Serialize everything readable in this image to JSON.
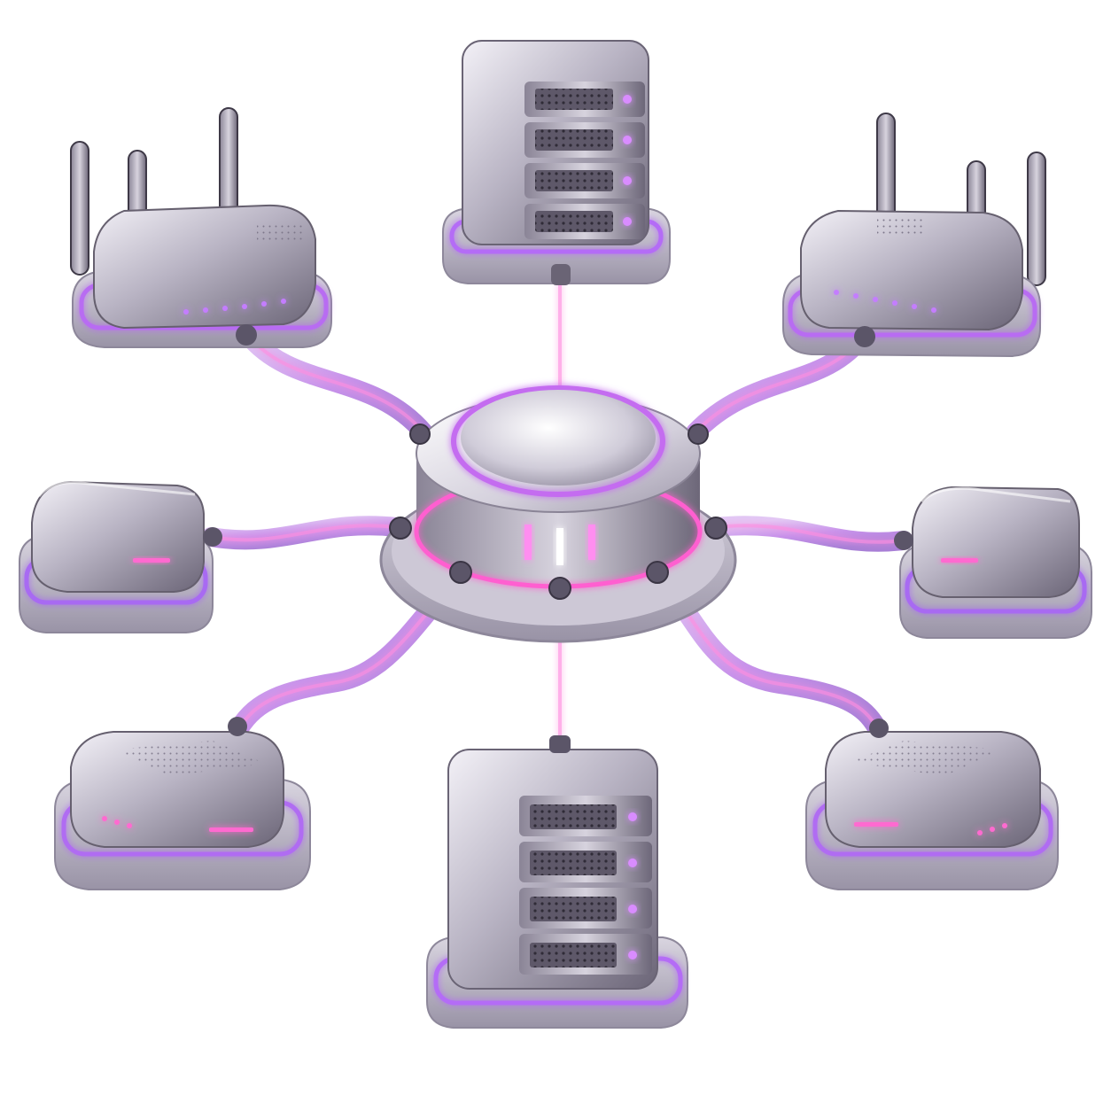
{
  "scene": {
    "kind": "network-topology-illustration",
    "hub": {
      "name": "central-hub",
      "ports": 8,
      "glow_color": "#c06cf0"
    },
    "nodes": [
      {
        "name": "server-rack-top",
        "kind": "server-rack",
        "units": 4
      },
      {
        "name": "router-top-left",
        "kind": "wifi-router",
        "antennas": 3
      },
      {
        "name": "router-top-right",
        "kind": "wifi-router",
        "antennas": 3
      },
      {
        "name": "switch-left",
        "kind": "network-switch"
      },
      {
        "name": "switch-right",
        "kind": "network-switch"
      },
      {
        "name": "access-point-bottom-left",
        "kind": "access-point"
      },
      {
        "name": "access-point-bottom-right",
        "kind": "access-point"
      },
      {
        "name": "server-rack-bottom",
        "kind": "server-rack",
        "units": 4
      }
    ],
    "colors": {
      "metal_light": "#e9e6ef",
      "metal_mid": "#a9a4b4",
      "metal_dark": "#5a5566",
      "cable": "#cfb6e6",
      "glow_pink": "#ff6bd0",
      "glow_purple": "#9b5cf6",
      "background": "#ffffff"
    }
  }
}
